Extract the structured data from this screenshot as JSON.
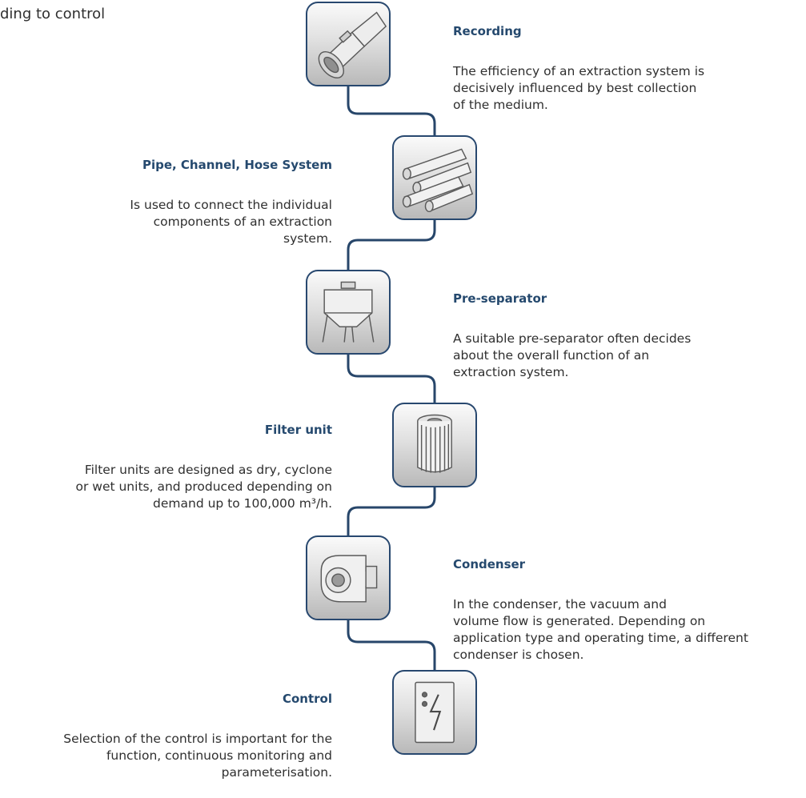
{
  "intro_text": "ding to control",
  "steps": [
    {
      "id": "recording",
      "title": "Recording",
      "text": "The efficiency of an extraction system is\ndecisively influenced by best collection\nof the medium.",
      "icon": "nozzle-icon"
    },
    {
      "id": "pipe",
      "title": "Pipe, Channel, Hose System",
      "text": "Is used to connect the individual\ncomponents of an extraction\nsystem.",
      "icon": "pipes-icon"
    },
    {
      "id": "preseparator",
      "title": "Pre-separator",
      "text": "A suitable pre-separator often decides\nabout the overall function of an\nextraction system.",
      "icon": "silo-icon"
    },
    {
      "id": "filter",
      "title": "Filter unit",
      "text": "Filter units are designed as dry, cyclone\nor wet units, and produced depending on\ndemand up to 100,000 m³/h.",
      "icon": "filter-cartridge-icon"
    },
    {
      "id": "condenser",
      "title": "Condenser",
      "text": "In the condenser, the vacuum and\nvolume flow is generated. Depending on\napplication type and operating time, a different\ncondenser is chosen.",
      "icon": "fan-blower-icon"
    },
    {
      "id": "control",
      "title": "Control",
      "text": "Selection of the control is important for the\nfunction, continuous monitoring and\nparameterisation.",
      "icon": "control-cabinet-icon"
    }
  ],
  "colors": {
    "accent": "#25496e",
    "connector": "#27466a"
  }
}
